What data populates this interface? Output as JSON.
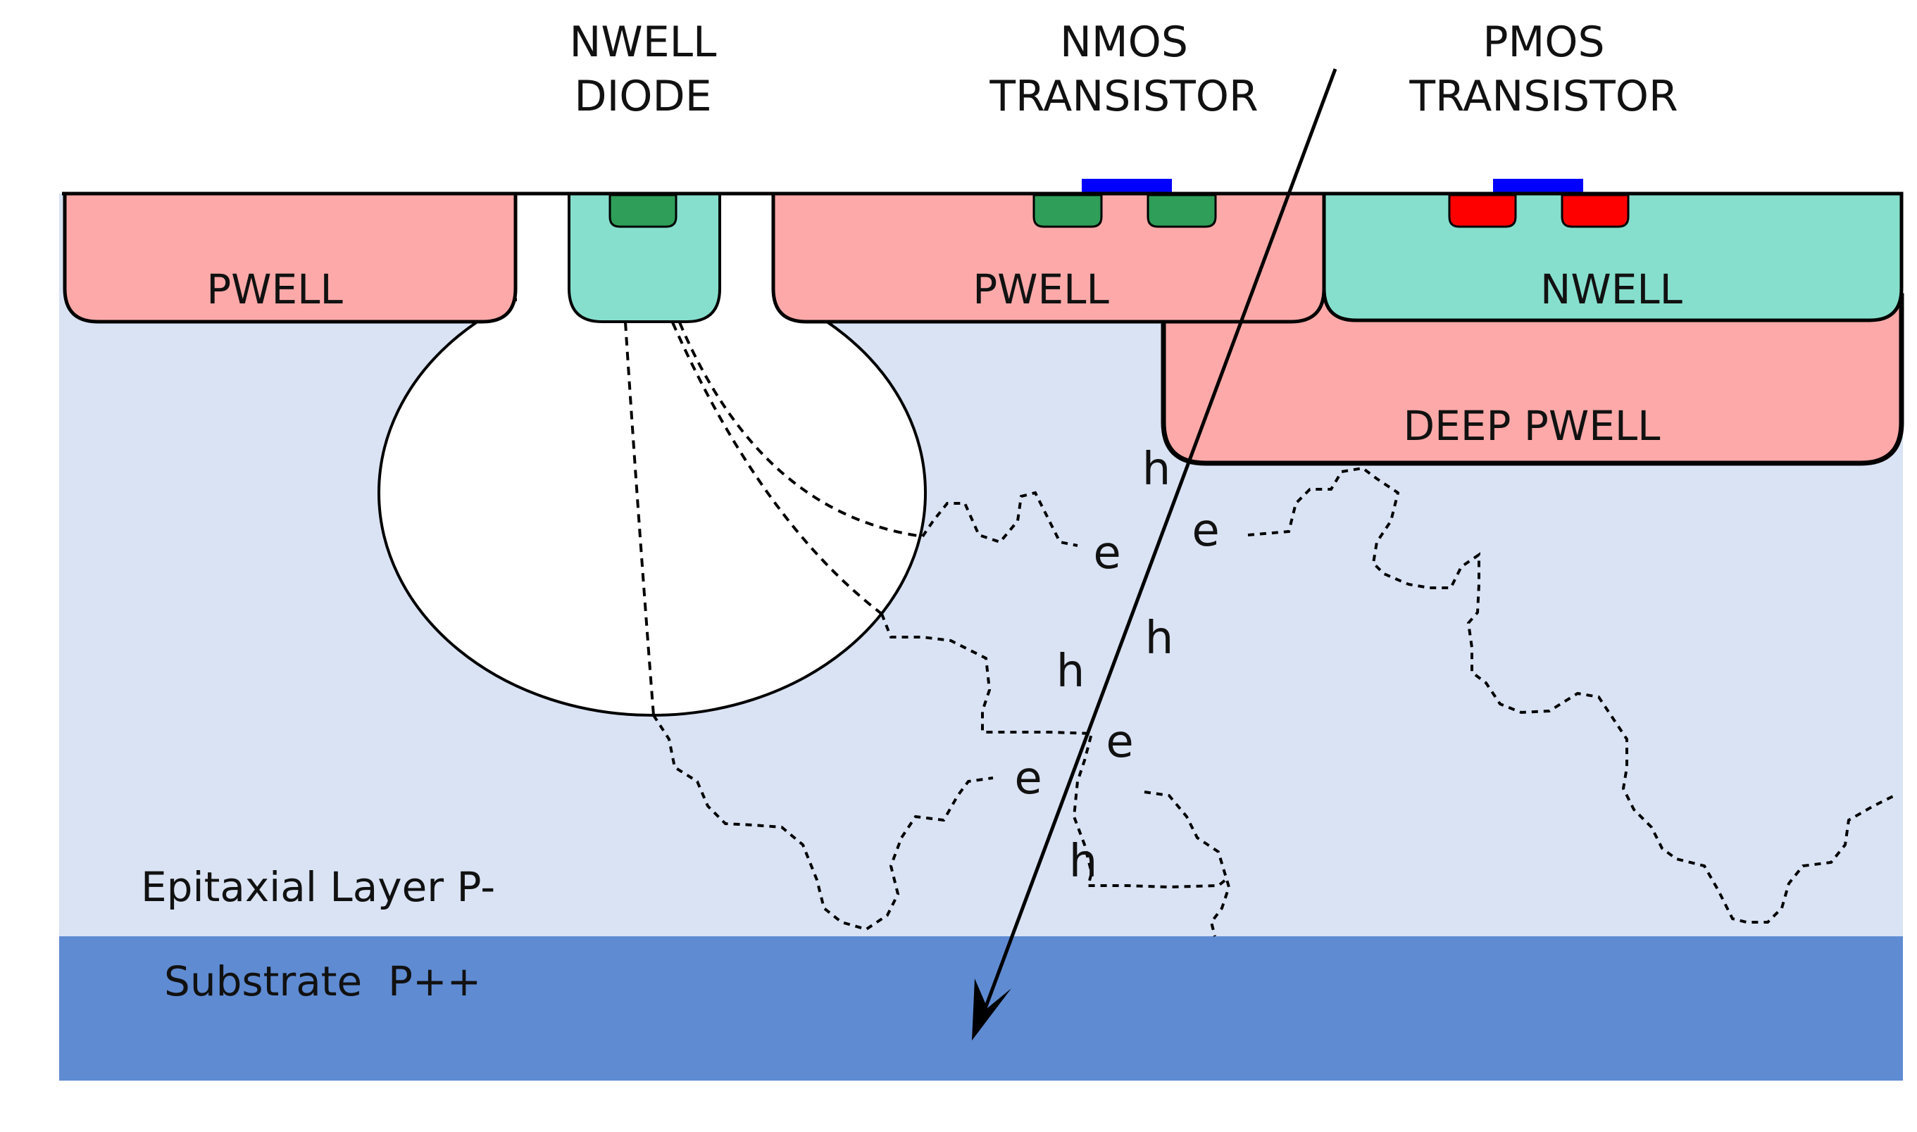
{
  "headers": {
    "nwell_diode": [
      "NWELL",
      "DIODE"
    ],
    "nmos": [
      "NMOS",
      "TRANSISTOR"
    ],
    "pmos": [
      "PMOS",
      "TRANSISTOR"
    ]
  },
  "regions": {
    "pwell_left": "PWELL",
    "pwell_nmos": "PWELL",
    "nwell_pmos": "NWELL",
    "deep_pwell": "DEEP PWELL"
  },
  "layers": {
    "epitaxial": "Epitaxial Layer P-",
    "substrate": "Substrate  P++"
  },
  "carriers": {
    "h1": "h",
    "e1": "e",
    "e2": "e",
    "h2": "h",
    "h3": "h",
    "e3": "e",
    "e4": "e",
    "h4": "h"
  },
  "colors": {
    "epitaxial": "#d9e3f4",
    "substrate": "#5f8bd2",
    "pwell": "#fda9a9",
    "nwell": "#86dfcd",
    "n_diffusion": "#2e9e58",
    "p_diffusion": "#ff0000",
    "gate": "#0000ff",
    "depletion": "#ffffff",
    "outline": "#000000"
  }
}
